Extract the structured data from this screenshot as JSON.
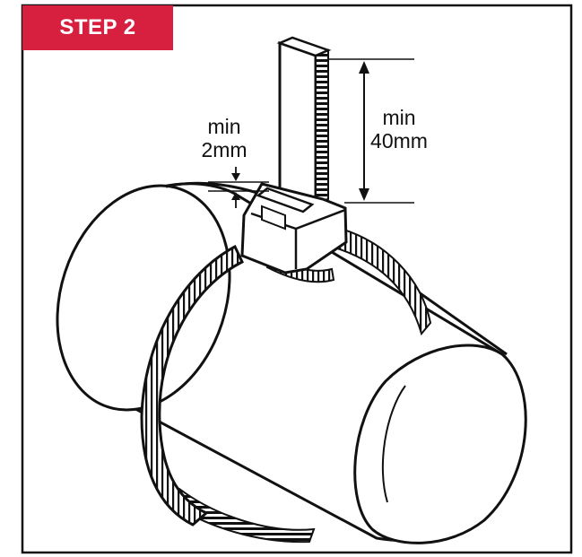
{
  "step_badge": {
    "label": "STEP 2",
    "color": "#d71f3f"
  },
  "dimensions": {
    "gap": {
      "line1": "min",
      "line2": "2mm"
    },
    "tail": {
      "line1": "min",
      "line2": "40mm"
    }
  },
  "illustration": {
    "icons": [
      "pipe-icon",
      "cable-tie-icon",
      "cable-tie-head-icon",
      "dimension-arrow-icon"
    ]
  }
}
